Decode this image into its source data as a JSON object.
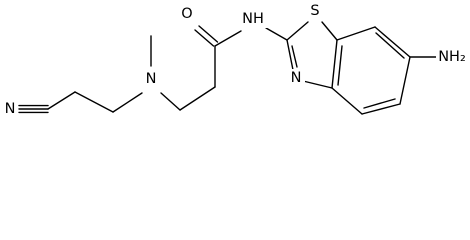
{
  "atoms": {
    "n_nitrile": "N",
    "n_amine": "N",
    "o_carbonyl": "O",
    "nh_amide": "NH",
    "s_thiazole": "S",
    "n_thiazole": "N",
    "nh2_amino": "NH₂"
  }
}
